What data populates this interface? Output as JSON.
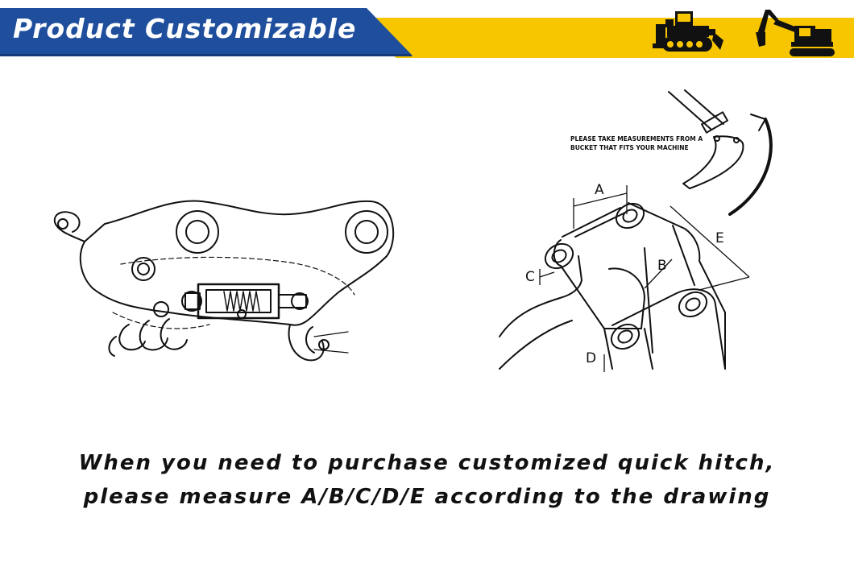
{
  "banner": {
    "title": "Product Customizable",
    "colors": {
      "blue": "#1f4e9c",
      "yellow": "#f7c600"
    },
    "icons": [
      "bulldozer-icon",
      "excavator-icon"
    ]
  },
  "bucket_drawing": {
    "note": "PLEASE TAKE MEASUREMENTS FROM A BUCKET THAT FITS YOUR MACHINE",
    "dimensions": {
      "a": "A",
      "b": "B",
      "c": "C",
      "d": "D",
      "e": "E"
    }
  },
  "caption": {
    "line1": "When you need to purchase customized quick hitch,",
    "line2": "please measure A/B/C/D/E according to the drawing"
  }
}
